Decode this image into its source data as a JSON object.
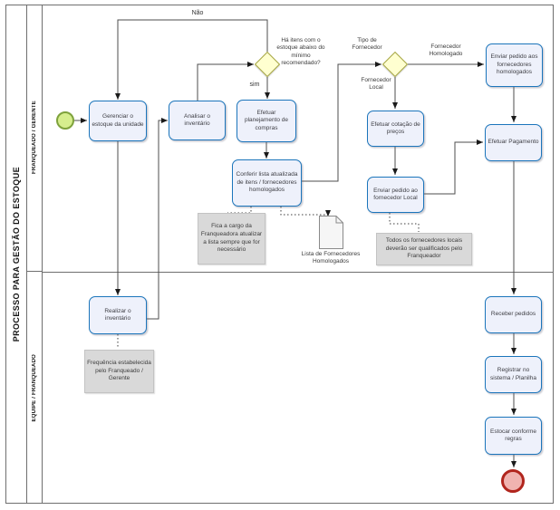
{
  "pool": {
    "title": "PROCESSO PARA GESTÃO DO ESTOQUE",
    "lanes": [
      {
        "label": "FRANQUEADO / GERENTE"
      },
      {
        "label": "EQUIPE / FRANQUEADO"
      }
    ]
  },
  "tasks": {
    "gerenciar": "Gerenciar o estoque da unidade",
    "analisar": "Analisar o inventário",
    "planejamento": "Efetuar planejamento de compras",
    "conferir": "Conferir lista atualizada de itens / fornecedores homologados",
    "cotacao": "Efetuar cotação de preços",
    "pedido_local": "Enviar pedido ao fornecedor Local",
    "pedido_homologados": "Enviar pedido aos fornecedores homologados",
    "pagamento": "Efetuar Pagamento",
    "receber": "Receber pedidos",
    "registrar": "Registrar no sistema / Planilha",
    "estocar": "Estocar conforme regras",
    "realizar": "Realizar o inventário"
  },
  "gateways": {
    "estoque_minimo": "Há itens com o estoque abaixo do mínimo recomendado?",
    "tipo_fornecedor": "Tipo de Fornecedor"
  },
  "edge_labels": {
    "nao": "Não",
    "sim": "sim",
    "fornecedor_homologado": "Fornecedor Homologado",
    "fornecedor_local": "Fornecedor Local"
  },
  "notes": {
    "atualizacao_lista": "Fica a cargo da Franqueadora atualizar a lista sempre que for necessário",
    "qualificacao_fornecedores": "Todos os fornecedores locais deverão ser qualificados pelo Franqueador",
    "frequencia": "Frequência estabelecida pelo Franqueado / Gerente"
  },
  "artifacts": {
    "lista_fornecedores": "Lista de Fornecedores Homologados"
  },
  "colors": {
    "task_fill": "#eef1fb",
    "task_border": "#1b75bb",
    "gateway_fill": "#ffffd0",
    "gateway_border": "#a3a340",
    "start_fill": "#d6ee8e",
    "start_border": "#7ea23c",
    "end_fill": "#f0b3b0",
    "end_border": "#b1251d",
    "note_fill": "#d9d9d9",
    "connector": "#4d4d4d"
  }
}
